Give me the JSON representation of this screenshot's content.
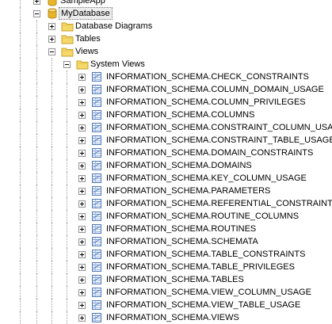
{
  "tree": {
    "server_node": {
      "label": "SampleApp",
      "icon": "database-icon",
      "state": "collapsed"
    },
    "database_node": {
      "label": "MyDatabase",
      "icon": "database-icon",
      "state": "expanded",
      "selected": true
    },
    "database_children": [
      {
        "label": "Database Diagrams",
        "icon": "folder-icon",
        "state": "collapsed"
      },
      {
        "label": "Tables",
        "icon": "folder-icon",
        "state": "collapsed"
      },
      {
        "label": "Views",
        "icon": "folder-icon",
        "state": "expanded"
      }
    ],
    "system_views_node": {
      "label": "System Views",
      "icon": "folder-icon",
      "state": "expanded"
    },
    "system_views": [
      {
        "label": "INFORMATION_SCHEMA.CHECK_CONSTRAINTS",
        "icon": "view-icon",
        "state": "collapsed"
      },
      {
        "label": "INFORMATION_SCHEMA.COLUMN_DOMAIN_USAGE",
        "icon": "view-icon",
        "state": "collapsed"
      },
      {
        "label": "INFORMATION_SCHEMA.COLUMN_PRIVILEGES",
        "icon": "view-icon",
        "state": "collapsed"
      },
      {
        "label": "INFORMATION_SCHEMA.COLUMNS",
        "icon": "view-icon",
        "state": "collapsed"
      },
      {
        "label": "INFORMATION_SCHEMA.CONSTRAINT_COLUMN_USAGE",
        "icon": "view-icon",
        "state": "collapsed"
      },
      {
        "label": "INFORMATION_SCHEMA.CONSTRAINT_TABLE_USAGE",
        "icon": "view-icon",
        "state": "collapsed"
      },
      {
        "label": "INFORMATION_SCHEMA.DOMAIN_CONSTRAINTS",
        "icon": "view-icon",
        "state": "collapsed"
      },
      {
        "label": "INFORMATION_SCHEMA.DOMAINS",
        "icon": "view-icon",
        "state": "collapsed"
      },
      {
        "label": "INFORMATION_SCHEMA.KEY_COLUMN_USAGE",
        "icon": "view-icon",
        "state": "collapsed"
      },
      {
        "label": "INFORMATION_SCHEMA.PARAMETERS",
        "icon": "view-icon",
        "state": "collapsed"
      },
      {
        "label": "INFORMATION_SCHEMA.REFERENTIAL_CONSTRAINTS",
        "icon": "view-icon",
        "state": "collapsed"
      },
      {
        "label": "INFORMATION_SCHEMA.ROUTINE_COLUMNS",
        "icon": "view-icon",
        "state": "collapsed"
      },
      {
        "label": "INFORMATION_SCHEMA.ROUTINES",
        "icon": "view-icon",
        "state": "collapsed"
      },
      {
        "label": "INFORMATION_SCHEMA.SCHEMATA",
        "icon": "view-icon",
        "state": "collapsed"
      },
      {
        "label": "INFORMATION_SCHEMA.TABLE_CONSTRAINTS",
        "icon": "view-icon",
        "state": "collapsed"
      },
      {
        "label": "INFORMATION_SCHEMA.TABLE_PRIVILEGES",
        "icon": "view-icon",
        "state": "collapsed"
      },
      {
        "label": "INFORMATION_SCHEMA.TABLES",
        "icon": "view-icon",
        "state": "collapsed"
      },
      {
        "label": "INFORMATION_SCHEMA.VIEW_COLUMN_USAGE",
        "icon": "view-icon",
        "state": "collapsed"
      },
      {
        "label": "INFORMATION_SCHEMA.VIEW_TABLE_USAGE",
        "icon": "view-icon",
        "state": "collapsed"
      },
      {
        "label": "INFORMATION_SCHEMA.VIEWS",
        "icon": "view-icon",
        "state": "collapsed"
      }
    ],
    "colors": {
      "folder": "#f5d86a",
      "folder_border": "#c9a227",
      "database": "#e8b52a",
      "view_icon": "#4f79b8"
    }
  }
}
